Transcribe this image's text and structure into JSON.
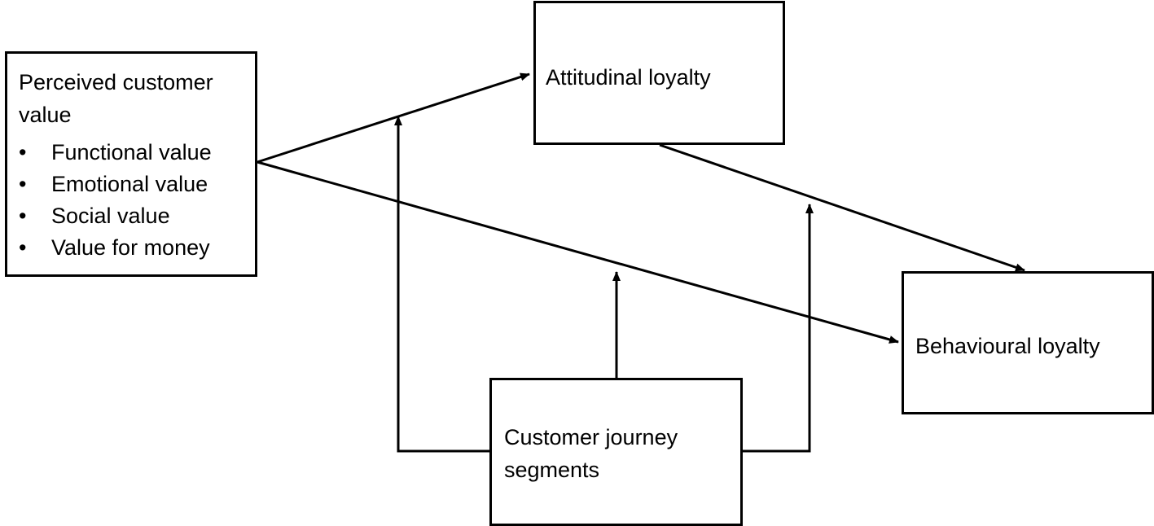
{
  "nodes": {
    "perceived_value": {
      "title": "Perceived customer value",
      "items": [
        "Functional value",
        "Emotional value",
        "Social value",
        "Value for money"
      ],
      "bullet": "•"
    },
    "attitudinal": {
      "label": "Attitudinal loyalty"
    },
    "behavioural": {
      "label": "Behavioural loyalty"
    },
    "segments": {
      "label": "Customer journey segments"
    }
  },
  "edges": [
    {
      "from": "Perceived customer value",
      "to": "Attitudinal loyalty"
    },
    {
      "from": "Perceived customer value",
      "to": "Behavioural loyalty"
    },
    {
      "from": "Attitudinal loyalty",
      "to": "Behavioural loyalty"
    },
    {
      "from": "Customer journey segments",
      "to": "Perceived customer value → Attitudinal loyalty"
    },
    {
      "from": "Customer journey segments",
      "to": "Perceived customer value → Behavioural loyalty"
    },
    {
      "from": "Customer journey segments",
      "to": "Attitudinal loyalty → Behavioural loyalty"
    }
  ],
  "colors": {
    "stroke": "#000000",
    "fill": "#ffffff",
    "text": "#000000"
  }
}
